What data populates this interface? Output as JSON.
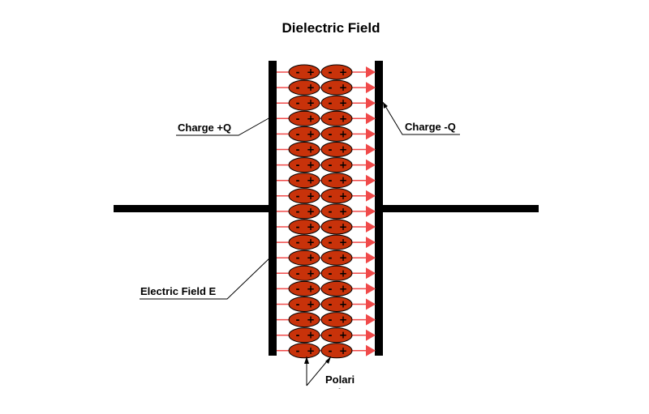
{
  "title": "Dielectric Field",
  "labels": {
    "charge_positive": "Charge +Q",
    "charge_negative": "Charge -Q",
    "electric_field": "Electric Field E",
    "polarized_molecules_line1": "Polari",
    "polarized_molecules_line2": "Molec"
  },
  "molecule": {
    "negative_sign": "-",
    "positive_sign": "+",
    "rows": 19,
    "columns": 2
  },
  "colors": {
    "plate": "#000000",
    "molecule_fill": "#c8320a",
    "molecule_stroke": "#000000",
    "field_arrow": "#f04a4a",
    "leader_line": "#000000"
  }
}
